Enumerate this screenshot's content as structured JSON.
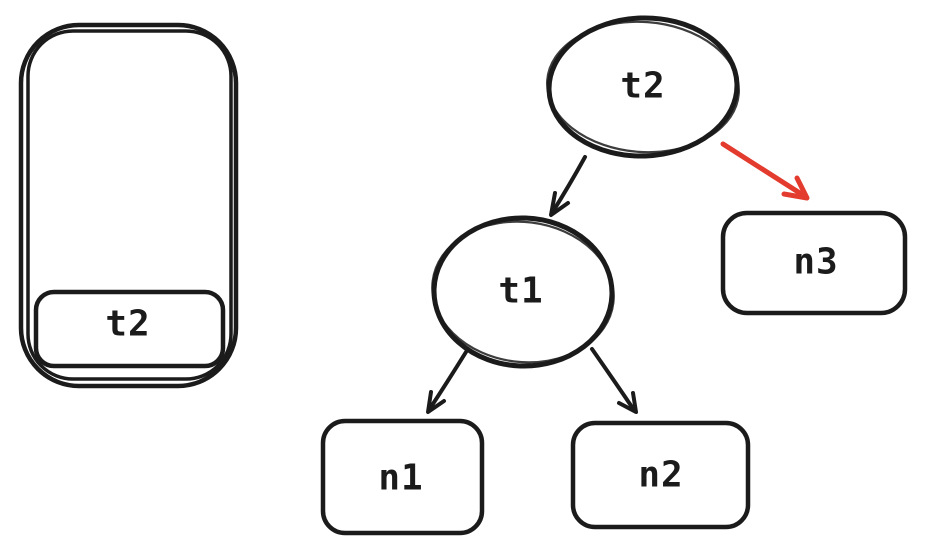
{
  "diagram": {
    "stack": {
      "item_label": "t2"
    },
    "tree": {
      "root_label": "t2",
      "internal_label": "t1",
      "leaf1_label": "n1",
      "leaf2_label": "n2",
      "leaf3_label": "n3"
    }
  },
  "colors": {
    "ink": "#1b1b1b",
    "accent": "#e33b2e",
    "background": "#ffffff"
  }
}
